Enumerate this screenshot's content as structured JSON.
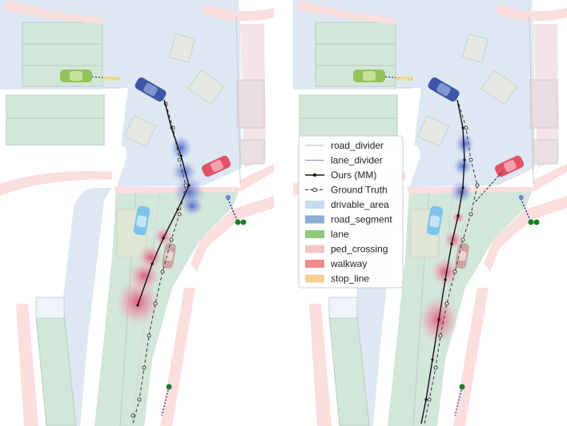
{
  "panels": [
    {
      "id": "left",
      "trajectory_variant": "left"
    },
    {
      "id": "right",
      "trajectory_variant": "right"
    }
  ],
  "legend": {
    "items": [
      {
        "key": "road_divider",
        "label": "road_divider",
        "style": "line",
        "color": "#c9c9c9"
      },
      {
        "key": "lane_divider",
        "label": "lane_divider",
        "style": "line",
        "color": "#9a9ab8"
      },
      {
        "key": "ours",
        "label": "Ours (MM)",
        "style": "line-dot",
        "color": "#111111"
      },
      {
        "key": "gt",
        "label": "Ground Truth",
        "style": "dashed-circle",
        "color": "#333333"
      },
      {
        "key": "drivable_area",
        "label": "drivable_area",
        "style": "patch",
        "color": "#c6dbef"
      },
      {
        "key": "road_segment",
        "label": "road_segment",
        "style": "patch",
        "color": "#8faed6"
      },
      {
        "key": "lane",
        "label": "lane",
        "style": "patch",
        "color": "#8fc97a"
      },
      {
        "key": "ped_crossing",
        "label": "ped_crossing",
        "style": "patch",
        "color": "#f7c4c4"
      },
      {
        "key": "walkway",
        "label": "walkway",
        "style": "patch",
        "color": "#f08a8a"
      },
      {
        "key": "stop_line",
        "label": "stop_line",
        "style": "patch",
        "color": "#f7cf9a"
      }
    ]
  },
  "colors": {
    "drivable_area": "#dbe7f3",
    "lane": "#d3e6da",
    "walkway": "#fbe1e1",
    "ego_car": "#3d56a8",
    "car_green": "#93c35a",
    "car_red": "#e25266",
    "car_blue": "#7cc4ec",
    "car_pink": "#c9a6a6",
    "uncertainty_blue": "#5b6fc2",
    "uncertainty_red": "#e7617c",
    "agent_green": "#1d7f21"
  }
}
